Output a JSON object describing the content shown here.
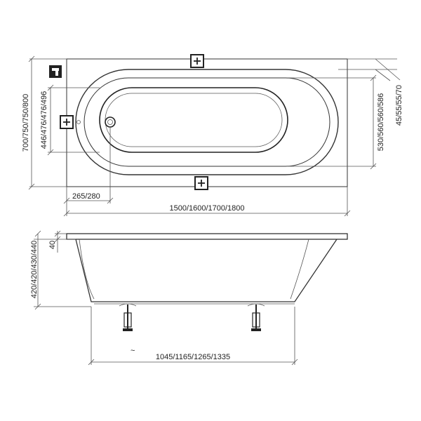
{
  "top_view": {
    "width_label": "700/750/750/800",
    "inner_width_label": "446/476/476/496",
    "right_inner_label": "530/560/560/586",
    "rim_label": "45/55/55/70",
    "drain_offset_label": "265/280",
    "length_label": "1500/1600/1700/1800"
  },
  "side_view": {
    "height_label": "420/420/430/440",
    "rim_thickness_label": "40",
    "base_length_label": "1045/1165/1265/1335",
    "wave_symbol": "~"
  },
  "icons": [
    "faucet-icon",
    "support-bracket-icon",
    "drain-icon",
    "leg-icon"
  ]
}
